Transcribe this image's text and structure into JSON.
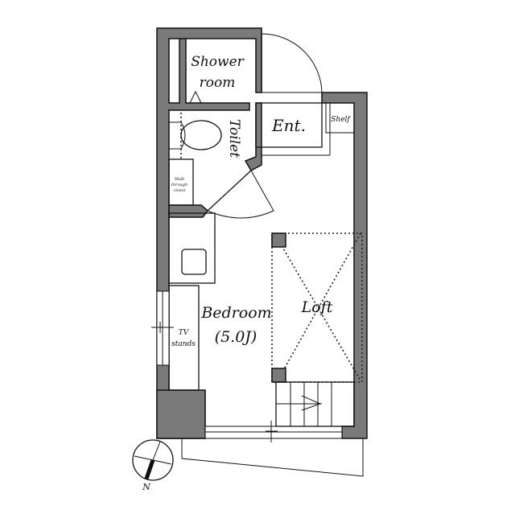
{
  "rooms": {
    "shower_line1": "Shower",
    "shower_line2": "room",
    "toilet": "Toilet",
    "entrance": "Ent.",
    "shelf": "Shelf",
    "closet_line1": "Walk",
    "closet_line2": "through",
    "closet_line3": "closet",
    "bedroom": "Bedroom",
    "bedroom_size": "(5.0J)",
    "loft": "Loft",
    "tv_line1": "TV",
    "tv_line2": "stands"
  },
  "compass": {
    "label": "N"
  }
}
